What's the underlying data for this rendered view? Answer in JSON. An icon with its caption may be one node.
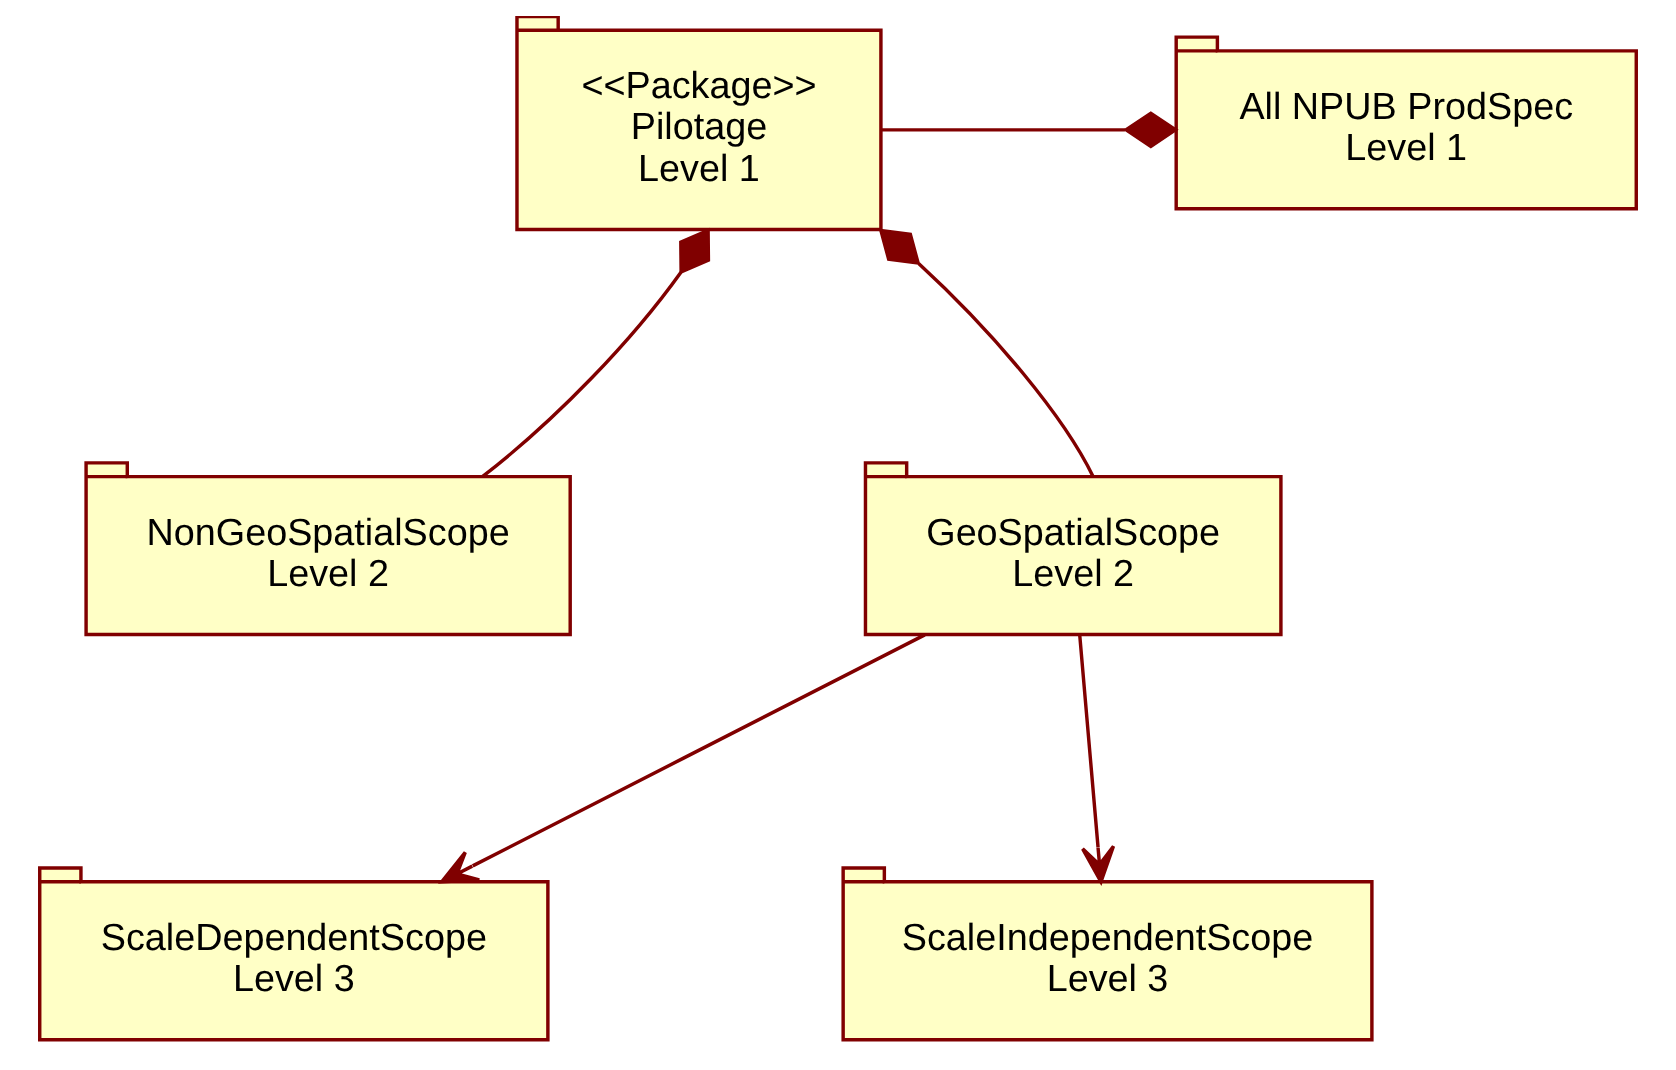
{
  "diagram": {
    "nodes": [
      {
        "text": [
          "<<Package>>",
          "Pilotage",
          "Level 1"
        ]
      },
      {
        "text": [
          "All NPUB ProdSpec",
          "Level 1"
        ]
      },
      {
        "text": [
          "NonGeoSpatialScope",
          "Level 2"
        ]
      },
      {
        "text": [
          "GeoSpatialScope",
          "Level 2"
        ]
      },
      {
        "text": [
          "ScaleDependentScope",
          "Level 3"
        ]
      },
      {
        "text": [
          "ScaleIndependentScope",
          "Level 3"
        ]
      }
    ],
    "edges": [
      {
        "from": 0,
        "to": 1,
        "arrow": "other"
      },
      {
        "from": 2,
        "to": 0,
        "arrow": "other"
      },
      {
        "from": 3,
        "to": 0,
        "arrow": "other"
      },
      {
        "from": 3,
        "to": 4,
        "arrow": "to"
      },
      {
        "from": 3,
        "to": 5,
        "arrow": "to"
      }
    ]
  }
}
